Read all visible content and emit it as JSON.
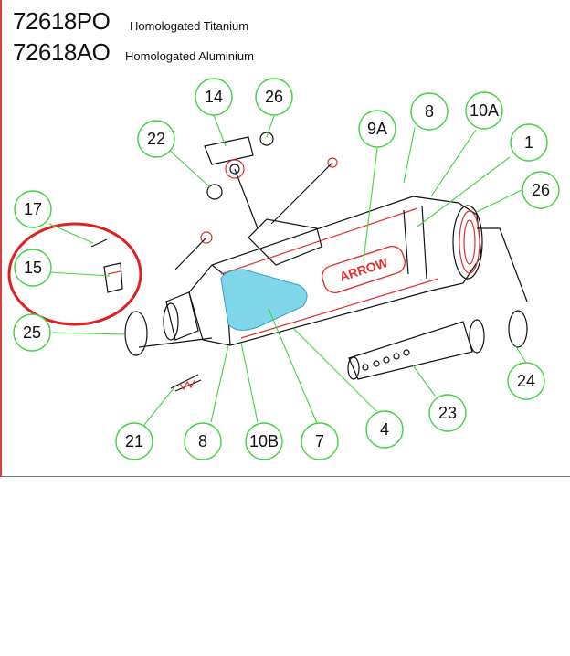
{
  "header": {
    "lines": [
      {
        "code": "72618PO",
        "description": "Homologated Titanium"
      },
      {
        "code": "72618AO",
        "description": "Homologated Aluminium"
      }
    ]
  },
  "diagram": {
    "logo_text": "ARROW",
    "callouts": [
      "14",
      "26",
      "22",
      "9A",
      "8",
      "10A",
      "1",
      "26",
      "17",
      "15",
      "25",
      "24",
      "23",
      "21",
      "8",
      "10B",
      "7",
      "4"
    ],
    "colors": {
      "callout": "#3fd43f",
      "highlight": "#e03030",
      "label_area": "#7fd6e8",
      "outline": "#111111"
    }
  }
}
